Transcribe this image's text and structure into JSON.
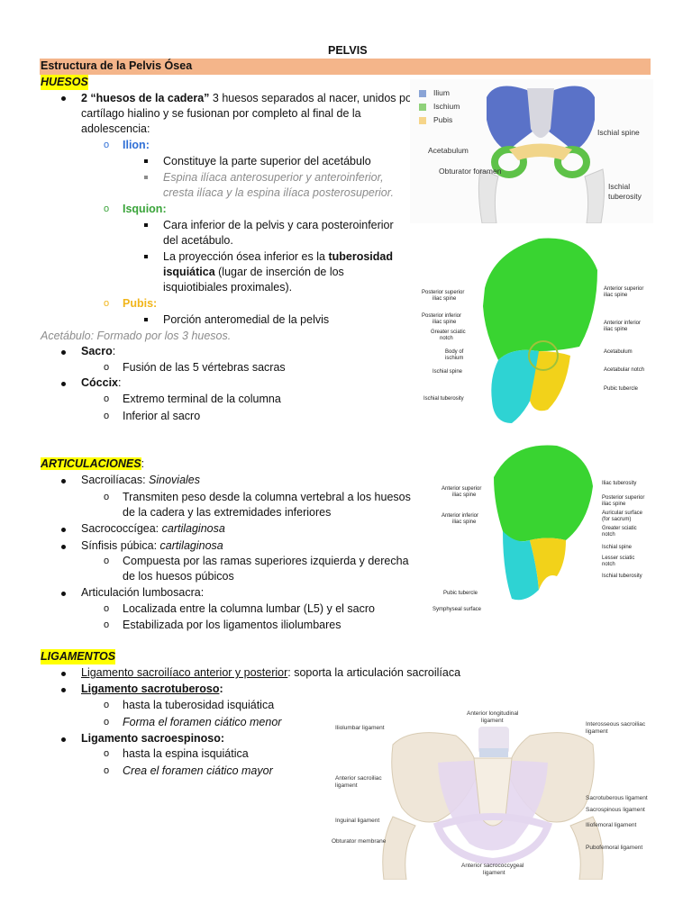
{
  "title": "PELVIS",
  "section_header": "Estructura de la Pelvis Ósea",
  "huesos": {
    "heading": "HUESOS",
    "b1_bold": "2 “huesos de la cadera”",
    "b1_rest1": " 3 huesos separados al nacer, unidos por",
    "b1_rest2": "cartílago hialino y se fusionan por completo al final de la",
    "b1_rest3": "adolescencia:",
    "ilion_label": "Ilion:",
    "ilion_1": "Constituye la parte superior del acetábulo",
    "ilion_2a": "Espina ilíaca anterosuperior y anteroinferior,",
    "ilion_2b": "cresta ilíaca y la espina ilíaca posterosuperior.",
    "isquion_label": "Isquion:",
    "isquion_1a": "Cara inferior de la pelvis y cara posteroinferior",
    "isquion_1b": "del acetábulo.",
    "isquion_2a": "La proyección ósea inferior es la ",
    "isquion_2a_bold": "tuberosidad",
    "isquion_2b_bold": "isquiática",
    "isquion_2b": " (lugar de inserción de los",
    "isquion_2c": "isquiotibiales proximales).",
    "pubis_label": "Pubis:",
    "pubis_1": "Porción anteromedial de la pelvis",
    "acetabulo": "Acetábulo: Formado por los 3 huesos.",
    "sacro_label": "Sacro",
    "sacro_1": "Fusión de las 5 vértebras sacras",
    "coccix_label": "Cóccix",
    "coccix_1": "Extremo terminal de la columna",
    "coccix_2": "Inferior al sacro"
  },
  "articulaciones": {
    "heading": "ARTICULACIONES",
    "sacroiliacas": "Sacroilíacas: ",
    "sacroiliacas_type": "Sinoviales",
    "sacroiliacas_1a": "Transmiten peso desde la columna vertebral a los huesos",
    "sacroiliacas_1b": "de la cadera y las extremidades inferiores",
    "sacrococcigea": "Sacrococcígea: ",
    "sacrococcigea_type": "cartilaginosa",
    "sinfisis": "Sínfisis púbica: ",
    "sinfisis_type": "cartilaginosa",
    "sinfisis_1a": "Compuesta por las ramas superiores izquierda y derecha",
    "sinfisis_1b": "de los huesos púbicos",
    "lumbosacra": "Articulación lumbosacra:",
    "lumbosacra_1": "Localizada entre la columna lumbar (L5) y el sacro",
    "lumbosacra_2": "Estabilizada por los ligamentos iliolumbares"
  },
  "ligamentos": {
    "heading": "LIGAMENTOS",
    "l1_u": "Ligamento sacroilíaco anterior y posterior",
    "l1_rest": ": soporta la articulación sacroilíaca",
    "l2_u": "Ligamento sacrotuberoso",
    "l2_1": "hasta la tuberosidad isquiática",
    "l2_2": "Forma el foramen ciático menor",
    "l3": "Ligamento sacroespinoso",
    "l3_1": "hasta la espina isquiática",
    "l3_2": "Crea el foramen ciático mayor"
  },
  "fig1": {
    "legend": [
      "Ilium",
      "Ischium",
      "Pubis"
    ],
    "legend_colors": [
      "#8aa4d6",
      "#8fd17a",
      "#f6d58a"
    ],
    "labels": {
      "ischial_spine": "Ischial spine",
      "acetabulum": "Acetabulum",
      "obturator": "Obturator foramen",
      "ischial_tub_1": "Ischial",
      "ischial_tub_2": "tuberosity"
    }
  },
  "fig2": {
    "labels": {
      "psis_1": "Posterior superior",
      "psis_2": "iliac spine",
      "piis_1": "Posterior inferior",
      "piis_2": "iliac spine",
      "gsn_1": "Greater sciatic",
      "gsn_2": "notch",
      "body_1": "Body of",
      "body_2": "ischium",
      "ischial_spine": "Ischial spine",
      "ischial_tub": "Ischial tuberosity",
      "asis_1": "Anterior superior",
      "asis_2": "iliac spine",
      "aiis_1": "Anterior inferior",
      "aiis_2": "iliac spine",
      "acetabulum": "Acetabulum",
      "acet_notch": "Acetabular notch",
      "pubic_tub": "Pubic tubercle"
    }
  },
  "fig3": {
    "labels": {
      "asis_1": "Anterior superior",
      "asis_2": "iliac spine",
      "aiis_1": "Anterior inferior",
      "aiis_2": "iliac spine",
      "pubic_tub": "Pubic tubercle",
      "symph": "Symphyseal surface",
      "iliac_tub": "Iliac tuberosity",
      "psis_1": "Posterior superior",
      "psis_2": "iliac spine",
      "auric_1": "Auricular surface",
      "auric_2": "(for sacrum)",
      "gsn_1": "Greater sciatic",
      "gsn_2": "notch",
      "ischial_spine": "Ischial spine",
      "lsn_1": "Lesser sciatic",
      "lsn_2": "notch",
      "ischial_tub": "Ischial tuberosity"
    }
  },
  "fig4": {
    "labels": {
      "alig_1": "Anterior longitudinal",
      "alig_2": "ligament",
      "iliolumbar": "Iliolumbar ligament",
      "interosseous_1": "Interosseous sacroiliac",
      "interosseous_2": "ligament",
      "ant_si_1": "Anterior sacroiliac",
      "ant_si_2": "ligament",
      "sacrotuberous": "Sacrotuberous ligament",
      "sacrospinous": "Sacrospinous ligament",
      "iliofemoral": "Iliofemoral ligament",
      "inguinal": "Inguinal ligament",
      "obturator": "Obturator membrane",
      "pubofemoral": "Pubofemoral ligament",
      "ant_sc_1": "Anterior sacrococcygeal",
      "ant_sc_2": "ligament"
    }
  },
  "colors": {
    "header_bar": "#f4b58a",
    "ilium_green": "#39d431",
    "ischium_cyan": "#2ed3d3",
    "pubis_yellow": "#f2d21a"
  }
}
